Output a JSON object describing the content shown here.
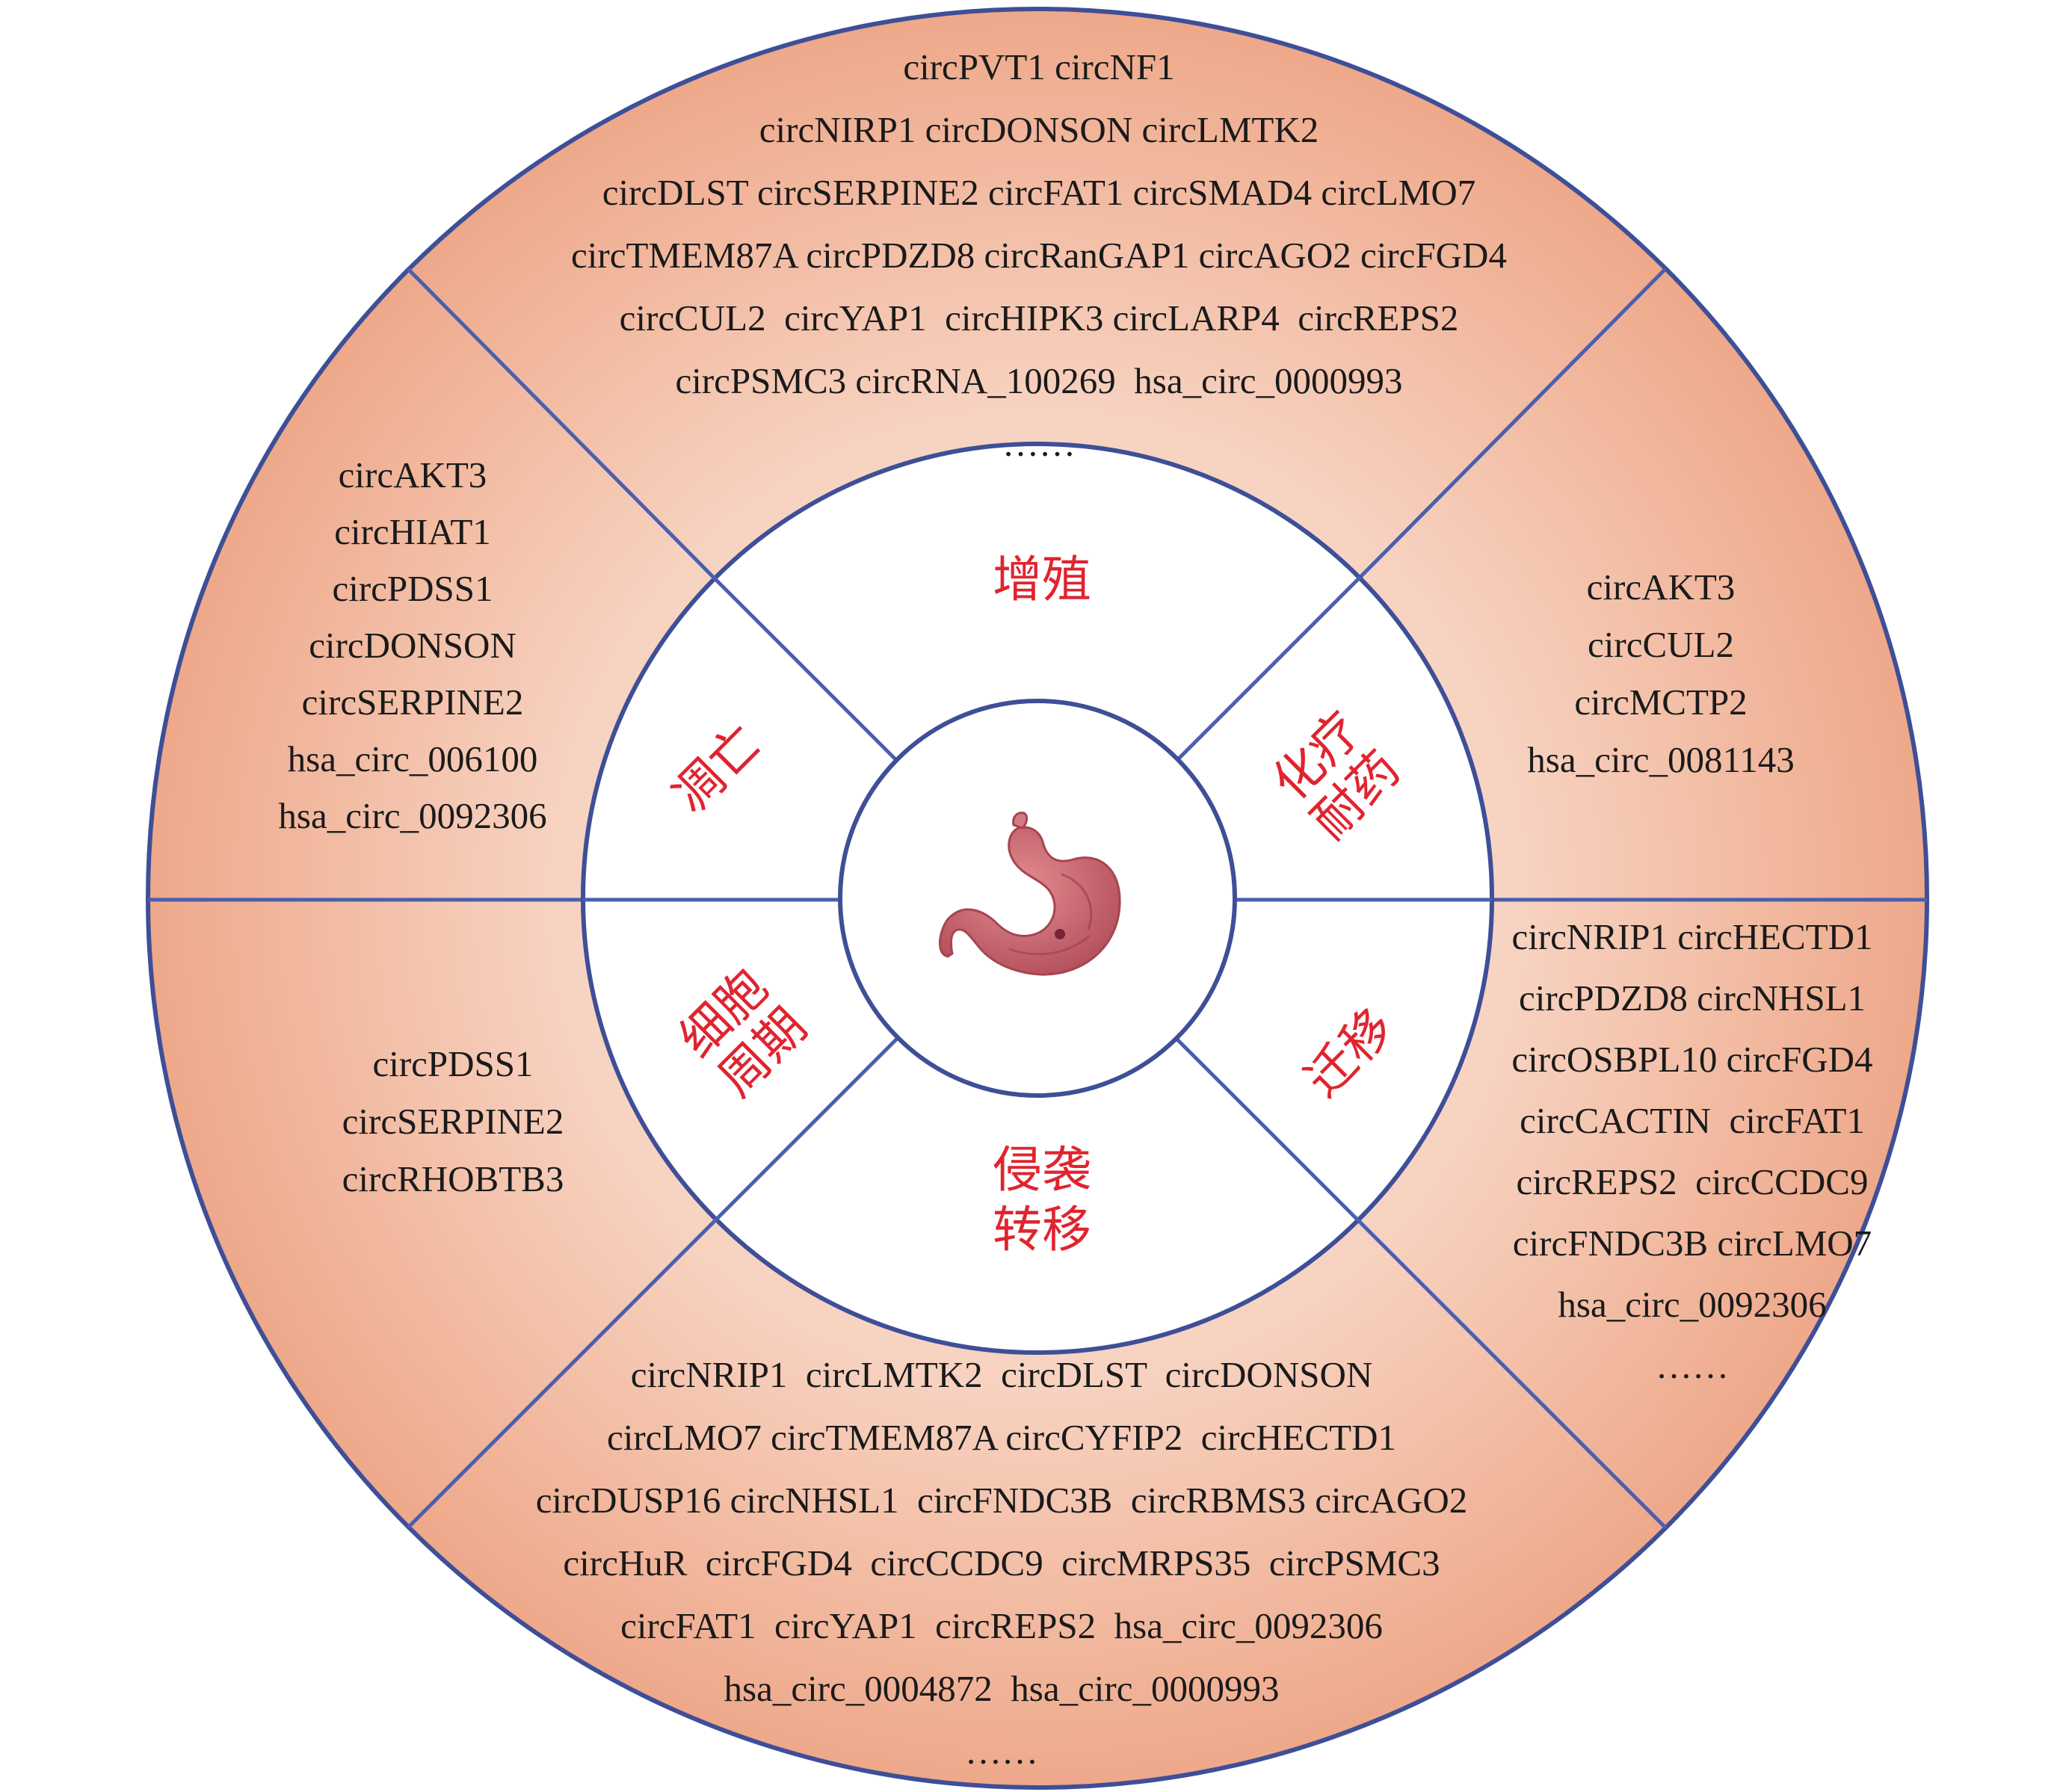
{
  "colors": {
    "outer_ring_center": "#f9ddd0",
    "outer_ring_edge": "#eea88a",
    "ring_stroke": "#3e4f97",
    "spoke_stroke": "#4a5fae",
    "inner_ring_fill": "#ffffff",
    "category_text": "#e0242f",
    "gene_text": "#1a1a1a",
    "stomach_fill": "#c9646e"
  },
  "center": {
    "icon": "stomach-icon"
  },
  "categories": {
    "proliferation": [
      "增殖"
    ],
    "chemoresistance": [
      "化疗",
      "耐药"
    ],
    "migration": [
      "迁移"
    ],
    "invasion_metastasis": [
      "侵袭",
      "转移"
    ],
    "cell_cycle": [
      "细胞",
      "周期"
    ],
    "apoptosis": [
      "凋亡"
    ]
  },
  "genes": {
    "proliferation": [
      "circPVT1 circNF1",
      "circNIRP1 circDONSON circLMTK2",
      "circDLST circSERPINE2 circFAT1 circSMAD4 circLMO7",
      "circTMEM87A circPDZD8 circRanGAP1 circAGO2 circFGD4",
      "circCUL2  circYAP1  circHIPK3 circLARP4  circREPS2",
      "circPSMC3 circRNA_100269  hsa_circ_0000993",
      "……"
    ],
    "chemoresistance": [
      "circAKT3",
      "circCUL2",
      "circMCTP2",
      "hsa_circ_0081143"
    ],
    "migration": [
      "circNRIP1 circHECTD1",
      "circPDZD8 circNHSL1",
      "circOSBPL10 circFGD4",
      "circCACTIN  circFAT1",
      "circREPS2  circCCDC9",
      "circFNDC3B circLMO7",
      "hsa_circ_0092306",
      "……"
    ],
    "invasion_metastasis": [
      "circNRIP1  circLMTK2  circDLST  circDONSON",
      "circLMO7 circTMEM87A circCYFIP2  circHECTD1",
      "circDUSP16 circNHSL1  circFNDC3B  circRBMS3 circAGO2",
      "circHuR  circFGD4  circCCDC9  circMRPS35  circPSMC3",
      "circFAT1  circYAP1  circREPS2  hsa_circ_0092306",
      "hsa_circ_0004872  hsa_circ_0000993",
      "……"
    ],
    "cell_cycle": [
      "circPDSS1",
      "circSERPINE2",
      "circRHOBTB3"
    ],
    "apoptosis": [
      "circAKT3",
      "circHIAT1",
      "circPDSS1",
      "circDONSON",
      "circSERPINE2",
      "hsa_circ_006100",
      "hsa_circ_0092306"
    ]
  }
}
